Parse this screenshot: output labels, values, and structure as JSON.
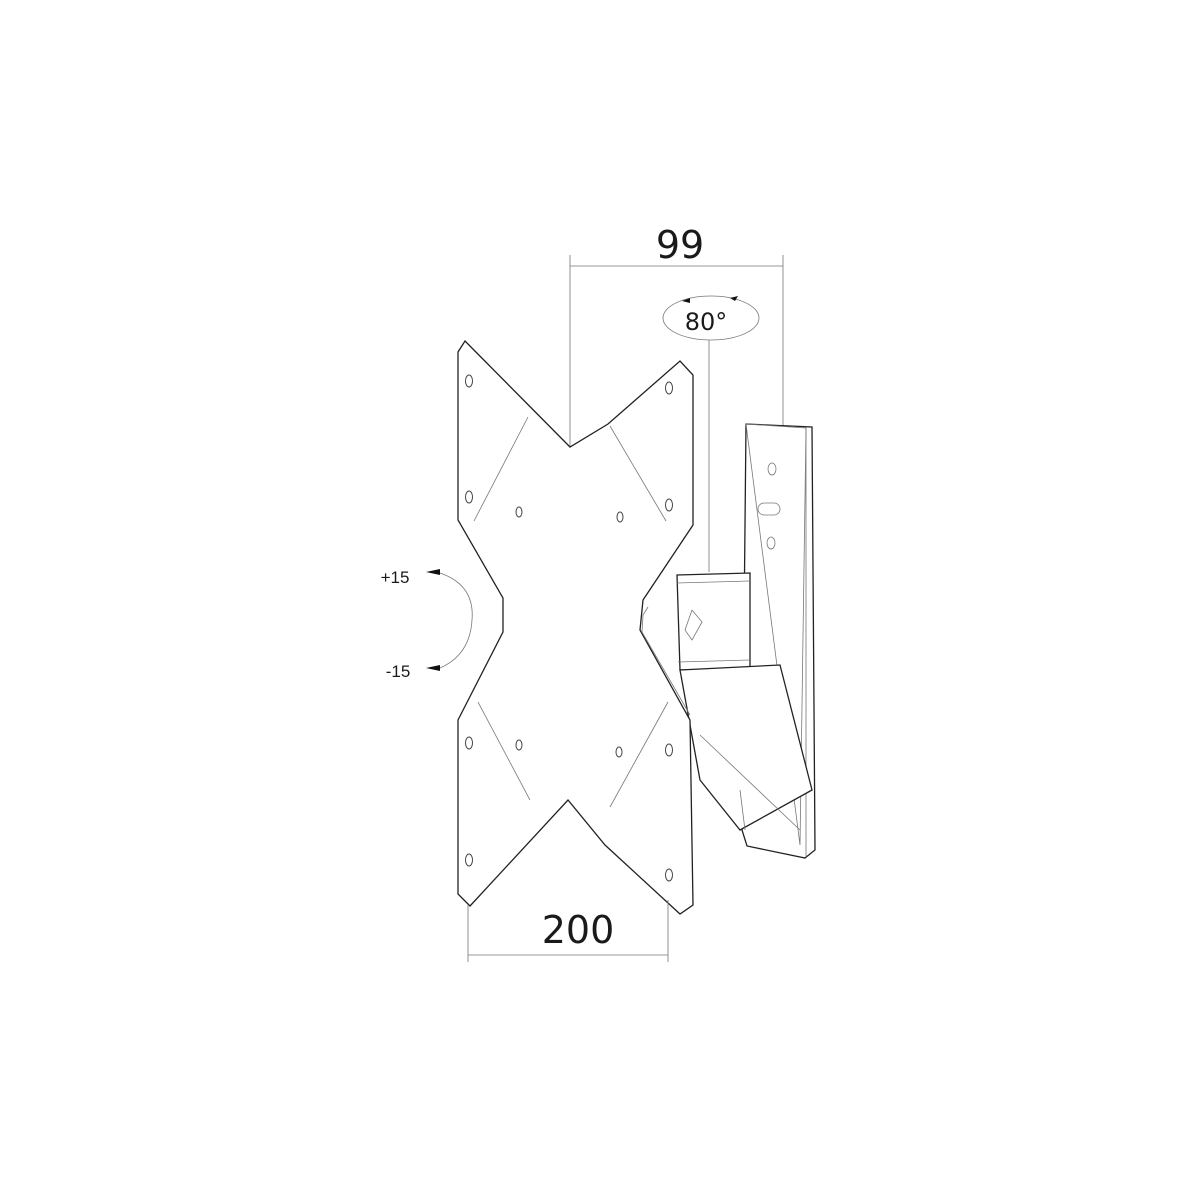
{
  "dimensions": {
    "depth": "99",
    "swivel": "80°",
    "vesa": "200",
    "tilt_up": "+15",
    "tilt_down": "-15"
  }
}
